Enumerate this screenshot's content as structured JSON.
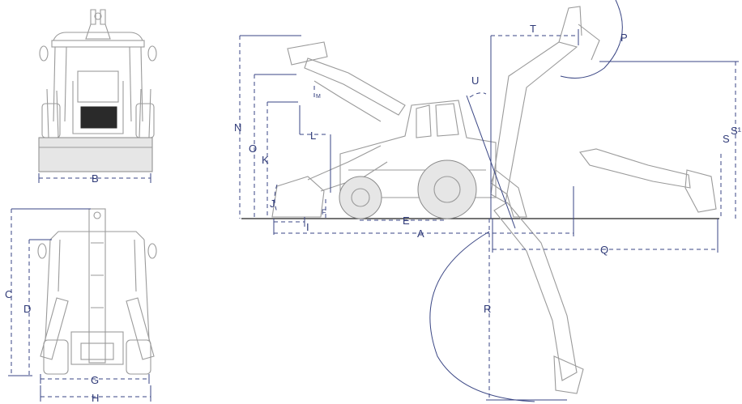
{
  "colors": {
    "dimension": "#3a4684",
    "label": "#2f3a78",
    "machine": "#9a9a9a",
    "ground": "#222222"
  },
  "views": {
    "front": {
      "labels": {
        "B": "B"
      }
    },
    "rear": {
      "labels": {
        "C": "C",
        "D": "D",
        "G": "G",
        "H": "H"
      }
    },
    "side": {
      "labels": {
        "A": "A",
        "E": "E",
        "F": "F",
        "I": "I",
        "J": "J",
        "K": "K",
        "L": "L",
        "M": "M",
        "N": "N",
        "O": "O",
        "P": "P",
        "Q": "Q",
        "R": "R",
        "S": "S",
        "S1": "S¹",
        "T": "T",
        "U": "U"
      }
    }
  }
}
